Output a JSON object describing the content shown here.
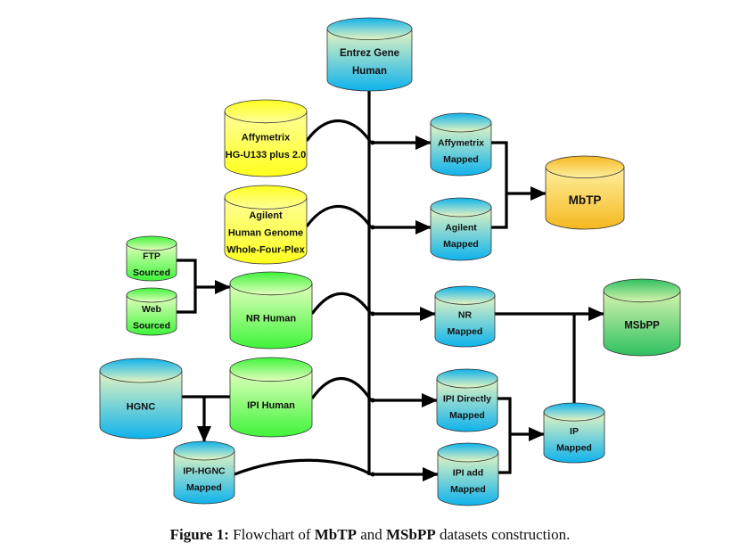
{
  "figure": {
    "type": "flowchart",
    "nodes": [
      {
        "id": "entrez",
        "lines": [
          "Entrez Gene",
          "Human"
        ],
        "color": "blue"
      },
      {
        "id": "affy",
        "lines": [
          "Affymetrix",
          "HG-U133 plus 2.0"
        ],
        "color": "yellow"
      },
      {
        "id": "agilent",
        "lines": [
          "Agilent",
          "Human Genome",
          "Whole-Four-Plex"
        ],
        "color": "yellow"
      },
      {
        "id": "ftp",
        "lines": [
          "FTP",
          "Sourced"
        ],
        "color": "green"
      },
      {
        "id": "web",
        "lines": [
          "Web",
          "Sourced"
        ],
        "color": "green"
      },
      {
        "id": "nr",
        "lines": [
          "NR Human"
        ],
        "color": "green"
      },
      {
        "id": "hgnc",
        "lines": [
          "HGNC"
        ],
        "color": "blue"
      },
      {
        "id": "ipi",
        "lines": [
          "IPI Human"
        ],
        "color": "green"
      },
      {
        "id": "ipihgnc",
        "lines": [
          "IPI-HGNC",
          "Mapped"
        ],
        "color": "blue"
      },
      {
        "id": "affymapped",
        "lines": [
          "Affymetrix",
          "Mapped"
        ],
        "color": "blue"
      },
      {
        "id": "agilentmapped",
        "lines": [
          "Agilent",
          "Mapped"
        ],
        "color": "blue"
      },
      {
        "id": "mbtp",
        "lines": [
          "MbTP"
        ],
        "color": "gold"
      },
      {
        "id": "nrmapped",
        "lines": [
          "NR",
          "Mapped"
        ],
        "color": "blue"
      },
      {
        "id": "msbpp",
        "lines": [
          "MSbPP"
        ],
        "color": "darkgreen"
      },
      {
        "id": "ipidirect",
        "lines": [
          "IPI Directly",
          "Mapped"
        ],
        "color": "blue"
      },
      {
        "id": "ipiadd",
        "lines": [
          "IPI add",
          "Mapped"
        ],
        "color": "blue"
      },
      {
        "id": "ipmapped",
        "lines": [
          "IP",
          "Mapped"
        ],
        "color": "blue"
      }
    ],
    "edges": [
      {
        "from": "ftp",
        "to": "nr"
      },
      {
        "from": "web",
        "to": "nr"
      },
      {
        "from": "affy",
        "to": "affymapped",
        "via": "entrez"
      },
      {
        "from": "agilent",
        "to": "agilentmapped",
        "via": "entrez"
      },
      {
        "from": "nr",
        "to": "nrmapped",
        "via": "entrez"
      },
      {
        "from": "ipi",
        "to": "ipidirect",
        "via": "entrez"
      },
      {
        "from": "hgnc",
        "to": "ipihgnc",
        "via": "ipi"
      },
      {
        "from": "ipihgnc",
        "to": "ipiadd",
        "via": "entrez"
      },
      {
        "from": "affymapped",
        "to": "mbtp"
      },
      {
        "from": "agilentmapped",
        "to": "mbtp"
      },
      {
        "from": "ipidirect",
        "to": "ipmapped"
      },
      {
        "from": "ipiadd",
        "to": "ipmapped"
      },
      {
        "from": "nrmapped",
        "to": "msbpp"
      },
      {
        "from": "ipmapped",
        "to": "msbpp"
      }
    ]
  },
  "colors": {
    "blue": [
      "#e8f5c0",
      "#0eb2ec"
    ],
    "yellow": [
      "#ffff9a",
      "#ffff1e"
    ],
    "green": [
      "#e6ffc0",
      "#3ef43a"
    ],
    "gold": [
      "#fff0a0",
      "#f5b820"
    ],
    "darkgreen": [
      "#d8f5b0",
      "#2ec060"
    ]
  },
  "caption": {
    "prefix": "Figure 1:",
    "part1": " Flowchart of ",
    "bold1": "MbTP",
    "part2": " and ",
    "bold2": "MSbPP",
    "part3": " datasets construction."
  }
}
